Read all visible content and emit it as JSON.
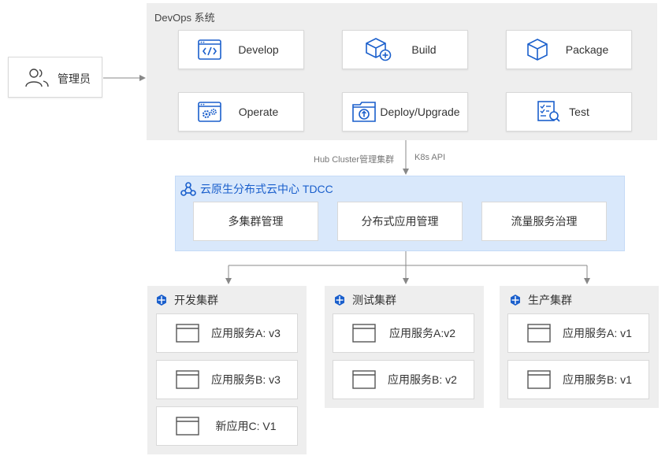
{
  "admin": {
    "label": "管理员",
    "icon": "users-icon"
  },
  "devops": {
    "title": "DevOps 系统",
    "steps": [
      {
        "label": "Develop",
        "icon": "code-window-icon"
      },
      {
        "label": "Build",
        "icon": "cube-add-icon"
      },
      {
        "label": "Package",
        "icon": "cube-icon"
      },
      {
        "label": "Test",
        "icon": "checklist-search-icon"
      },
      {
        "label": "Deploy/Upgrade",
        "icon": "upload-folder-icon"
      },
      {
        "label": "Operate",
        "icon": "gears-window-icon"
      }
    ]
  },
  "connector_labels": {
    "left": "Hub Cluster管理集群",
    "right": "K8s API"
  },
  "tdcc": {
    "title": "云原生分布式云中心 TDCC",
    "modules": [
      "多集群管理",
      "分布式应用管理",
      "流量服务治理"
    ]
  },
  "clusters": [
    {
      "title": "开发集群",
      "services": [
        "应用服务A: v3",
        "应用服务B: v3",
        "新应用C: V1"
      ]
    },
    {
      "title": "测试集群",
      "services": [
        "应用服务A:v2",
        "应用服务B: v2"
      ]
    },
    {
      "title": "生产集群",
      "services": [
        "应用服务A: v1",
        "应用服务B: v1"
      ]
    }
  ],
  "colors": {
    "accent": "#1a5fcc",
    "panel": "#eeeeee",
    "tdcc_bg": "#d9e8fb",
    "line": "#888888"
  }
}
